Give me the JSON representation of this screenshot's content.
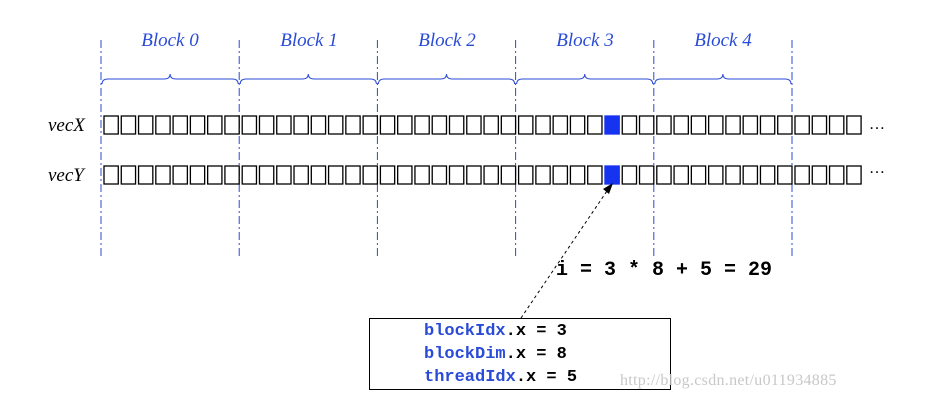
{
  "blocks": [
    {
      "label": "Block 0"
    },
    {
      "label": "Block 1"
    },
    {
      "label": "Block 2"
    },
    {
      "label": "Block 3"
    },
    {
      "label": "Block 4"
    }
  ],
  "threads_per_block": 8,
  "highlighted_block": 3,
  "highlighted_thread": 5,
  "rows": [
    {
      "label": "vecX",
      "ellipsis": "…"
    },
    {
      "label": "vecY",
      "ellipsis": "…"
    }
  ],
  "formula": "i = 3 * 8 + 5 = 29",
  "info_box": {
    "lines": [
      {
        "name": "blockIdx",
        "suffix": ".x = 3"
      },
      {
        "name": "blockDim",
        "suffix": ".x = 8"
      },
      {
        "name": "threadIdx",
        "suffix": ".x = 5"
      }
    ]
  },
  "watermark": "http://blog.csdn.net/u011934885",
  "colors": {
    "block_divider": "#2a4bd7",
    "highlight_fill": "#1633f0",
    "cell_border": "#000000"
  }
}
